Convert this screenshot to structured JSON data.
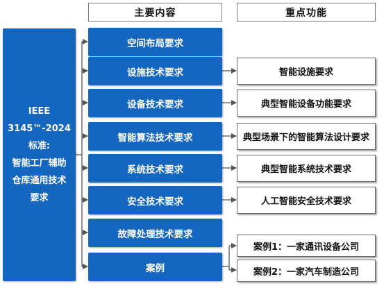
{
  "headers": {
    "middle": "主要内容",
    "right": "重点功能"
  },
  "standard": {
    "lines": [
      "IEEE",
      "3145™-2024",
      "标准:",
      "智能工厂辅助",
      "仓库通用技术",
      "要求"
    ]
  },
  "content_items": [
    "空间布局要求",
    "设施技术要求",
    "设备技术要求",
    "智能算法技术要求",
    "系统技术要求",
    "安全技术要求",
    "故障处理技术要求",
    "案例"
  ],
  "function_items": [
    "智能设施要求",
    "典型智能设备功能要求",
    "典型场景下的智能算法设计要求",
    "典型智能系统技术要求",
    "人工智能安全技术要求"
  ],
  "cases": [
    "案例1：一家通讯设备公司",
    "案例2：一家汽车制造公司"
  ],
  "colors": {
    "box_blue": "#1566bf",
    "line": "#555555"
  }
}
